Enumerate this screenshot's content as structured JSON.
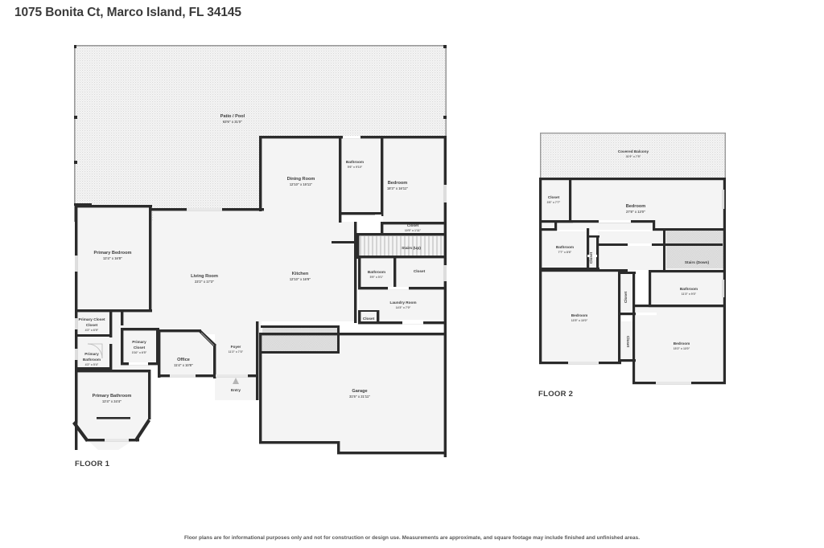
{
  "page_title": "1075 Bonita Ct, Marco Island, FL 34145",
  "footer_note": "Floor plans are for informational purposes only and not for construction or design use. Measurements are approximate, and square footage may include finished and unfinished areas.",
  "colors": {
    "wall": "#2b2b2b",
    "room_fill": "#f4f4f4",
    "text": "#3d3d3d",
    "dim_text": "#5c5c5c",
    "background": "#ffffff"
  },
  "floors": [
    {
      "label": "FLOOR 1",
      "rooms": [
        {
          "name": "Patio / Pool",
          "dim": "63'6\" x 31'0\""
        },
        {
          "name": "Dining Room",
          "dim": "12'10\" x 15'11\""
        },
        {
          "name": "Bathroom",
          "dim": "5'6\" x 9'10\""
        },
        {
          "name": "Bedroom",
          "dim": "18'3\" x 16'11\""
        },
        {
          "name": "Primary Bedroom",
          "dim": "12'4\" x 16'8\""
        },
        {
          "name": "Living Room",
          "dim": "23'2\" x 17'3\""
        },
        {
          "name": "Kitchen",
          "dim": "12'10\" x 16'9\""
        },
        {
          "name": "Closet",
          "dim": "10'5\" x 1'11\""
        },
        {
          "name": "Stairs (Up)",
          "dim": ""
        },
        {
          "name": "Bathroom",
          "dim": "5'9\" x 5'1\""
        },
        {
          "name": "Closet",
          "dim": ""
        },
        {
          "name": "Laundry Room",
          "dim": "14'3\" x 7'0\""
        },
        {
          "name": "Closet",
          "dim": ""
        },
        {
          "name": "Primary Closet",
          "dim": "4'2\" x 6'9\""
        },
        {
          "name": "Primary Bathroom",
          "dim": "4'2\" x 5'4\""
        },
        {
          "name": "Primary Closet",
          "dim": "3'10\" x 6'5\""
        },
        {
          "name": "Office",
          "dim": "11'4\" x 10'8\""
        },
        {
          "name": "Foyer",
          "dim": "11'2\" x 7'3\""
        },
        {
          "name": "Entry",
          "dim": ""
        },
        {
          "name": "Primary Bathroom",
          "dim": "12'4\" x 24'4\""
        },
        {
          "name": "Garage",
          "dim": "31'5\" x 21'11\""
        }
      ]
    },
    {
      "label": "FLOOR 2",
      "rooms": [
        {
          "name": "Covered Balcony",
          "dim": "31'9\" x 7'5\""
        },
        {
          "name": "Closet",
          "dim": "3'6\" x 7'7\""
        },
        {
          "name": "Bedroom",
          "dim": "27'8\" x 13'0\""
        },
        {
          "name": "Bathroom",
          "dim": "7'7\" x 8'6\""
        },
        {
          "name": "Closet",
          "dim": ""
        },
        {
          "name": "Stairs (Down)",
          "dim": ""
        },
        {
          "name": "Bathroom",
          "dim": "11'3\" x 9'3\""
        },
        {
          "name": "Bedroom",
          "dim": "13'5\" x 10'0\""
        },
        {
          "name": "Closet",
          "dim": ""
        },
        {
          "name": "Bedroom",
          "dim": "15'2\" x 13'0\""
        }
      ]
    }
  ]
}
